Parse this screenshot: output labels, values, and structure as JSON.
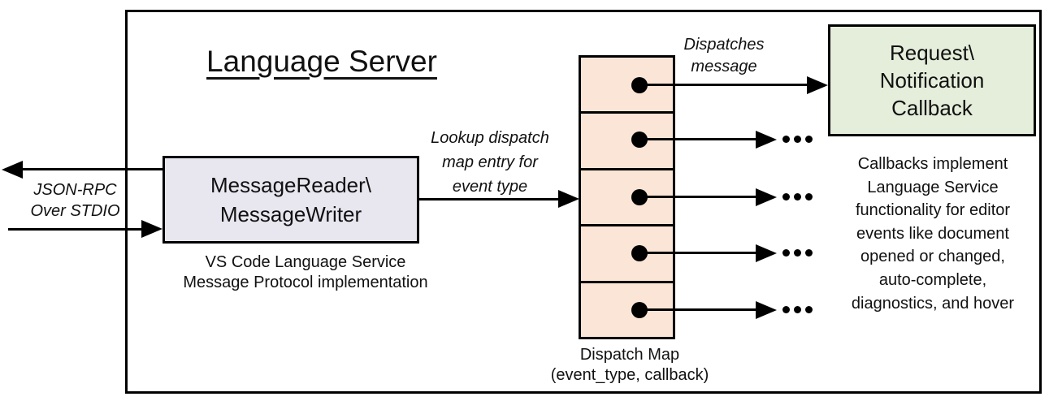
{
  "title": "Language Server",
  "io_channel": {
    "label_lines": [
      "JSON-RPC",
      "Over STDIO"
    ]
  },
  "message_box": {
    "title_lines": [
      "MessageReader\\",
      "MessageWriter"
    ],
    "caption_lines": [
      "VS Code Language Service",
      "Message Protocol implementation"
    ],
    "fill": "#e8e7f0"
  },
  "lookup_label": {
    "lines": [
      "Lookup dispatch",
      "map entry for",
      "event type"
    ]
  },
  "dispatch_map": {
    "rows": 5,
    "fill": "#fbe5d6",
    "label_lines": [
      "Dispatch Map",
      "(event_type, callback)"
    ]
  },
  "dispatches_label": {
    "lines": [
      "Dispatches",
      "message"
    ]
  },
  "callback_box": {
    "title_lines": [
      "Request\\",
      "Notification",
      "Callback"
    ],
    "fill": "#e5eeda",
    "caption_lines": [
      "Callbacks implement",
      "Language Service",
      "functionality for editor",
      "events like document",
      "opened or changed,",
      "auto-complete,",
      "diagnostics, and hover"
    ]
  },
  "line_color": "#000000"
}
